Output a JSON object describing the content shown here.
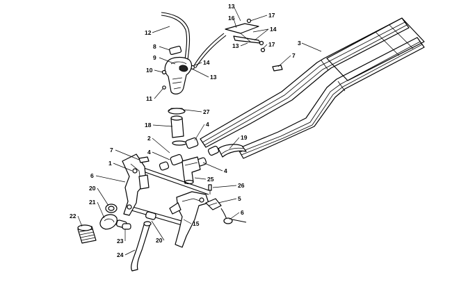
{
  "diagram": {
    "callouts": [
      {
        "id": "c13a",
        "label": "13"
      },
      {
        "id": "c16",
        "label": "16"
      },
      {
        "id": "c17a",
        "label": "17"
      },
      {
        "id": "c12",
        "label": "12"
      },
      {
        "id": "c14a",
        "label": "14"
      },
      {
        "id": "c3",
        "label": "3"
      },
      {
        "id": "c8",
        "label": "8"
      },
      {
        "id": "c13b",
        "label": "13"
      },
      {
        "id": "c17b",
        "label": "17"
      },
      {
        "id": "c9",
        "label": "9"
      },
      {
        "id": "c14b",
        "label": "14"
      },
      {
        "id": "c7a",
        "label": "7"
      },
      {
        "id": "c10",
        "label": "10"
      },
      {
        "id": "c13c",
        "label": "13"
      },
      {
        "id": "c11",
        "label": "11"
      },
      {
        "id": "c27",
        "label": "27"
      },
      {
        "id": "c18",
        "label": "18"
      },
      {
        "id": "c4a",
        "label": "4"
      },
      {
        "id": "c2",
        "label": "2"
      },
      {
        "id": "c19",
        "label": "19"
      },
      {
        "id": "c7b",
        "label": "7"
      },
      {
        "id": "c4b",
        "label": "4"
      },
      {
        "id": "c1",
        "label": "1"
      },
      {
        "id": "c4c",
        "label": "4"
      },
      {
        "id": "c6a",
        "label": "6"
      },
      {
        "id": "c25",
        "label": "25"
      },
      {
        "id": "c26",
        "label": "26"
      },
      {
        "id": "c20a",
        "label": "20"
      },
      {
        "id": "c5",
        "label": "5"
      },
      {
        "id": "c21",
        "label": "21"
      },
      {
        "id": "c6b",
        "label": "6"
      },
      {
        "id": "c22",
        "label": "22"
      },
      {
        "id": "c15",
        "label": "15"
      },
      {
        "id": "c23",
        "label": "23"
      },
      {
        "id": "c20b",
        "label": "20"
      },
      {
        "id": "c24",
        "label": "24"
      }
    ]
  }
}
